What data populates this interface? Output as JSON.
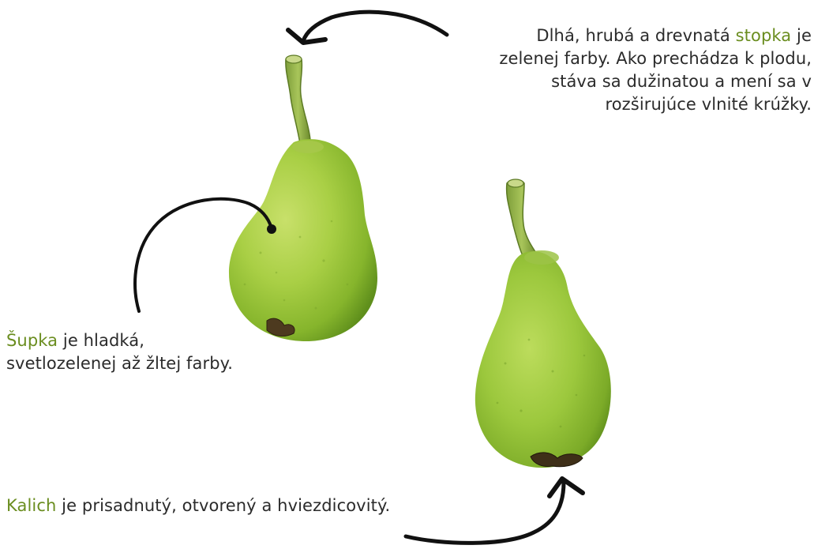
{
  "accent_color": "#6a8d1f",
  "text_color": "#2b2b2b",
  "captions": {
    "stopka": {
      "highlight": "stopka",
      "line1_before": "Dlhá, hrubá a drevnatá ",
      "line1_after": " je",
      "line2": "zelenej farby. Ako prechádza k plodu,",
      "line3": "stáva sa dužinatou a mení sa v",
      "line4": "rozširujúce vlnité krúžky."
    },
    "supka": {
      "highlight": "Šupka",
      "line1_after": " je hladká,",
      "line2": "svetlozelenej až žltej farby."
    },
    "kalich": {
      "highlight": "Kalich",
      "line1_after": " je prisadnutý, otvorený a hviezdicovitý."
    }
  },
  "icons": {
    "pear_left": "pear-photo",
    "pear_right": "pear-photo",
    "arrows": "hand-drawn-arrow"
  }
}
